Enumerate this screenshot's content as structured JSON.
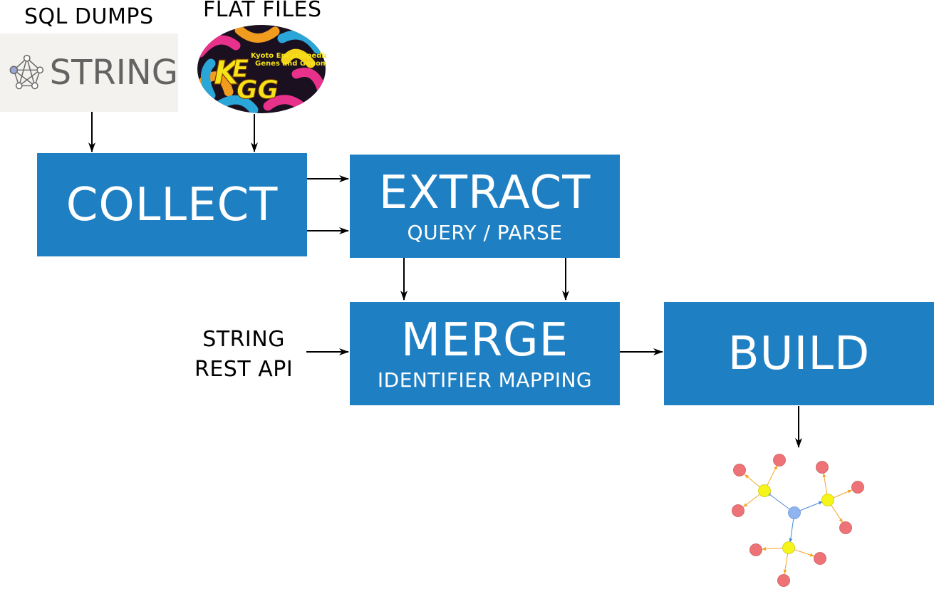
{
  "sources": {
    "sql_label": "SQL DUMPS",
    "flat_label": "FLAT FILES",
    "string_logo_text": "STRING",
    "kegg_logo_letters": "KEGG",
    "kegg_logo_caption": "Kyoto Encyclopedia of Genes and Genomes",
    "api_label_line1": "STRING",
    "api_label_line2": "REST API"
  },
  "steps": {
    "collect": {
      "title": "COLLECT",
      "subtitle": ""
    },
    "extract": {
      "title": "EXTRACT",
      "subtitle": "QUERY / PARSE"
    },
    "merge": {
      "title": "MERGE",
      "subtitle": "IDENTIFIER MAPPING"
    },
    "build": {
      "title": "BUILD",
      "subtitle": ""
    }
  },
  "colors": {
    "step_box": "#1e7fc3",
    "hub_node": "#8fb4ef",
    "mid_node": "#f5f51a",
    "leaf_node": "#ee7377"
  },
  "icons": {
    "string_logo": "string-network-icon",
    "kegg_logo": "kegg-logo-icon",
    "output_graph": "network-graph-icon"
  }
}
